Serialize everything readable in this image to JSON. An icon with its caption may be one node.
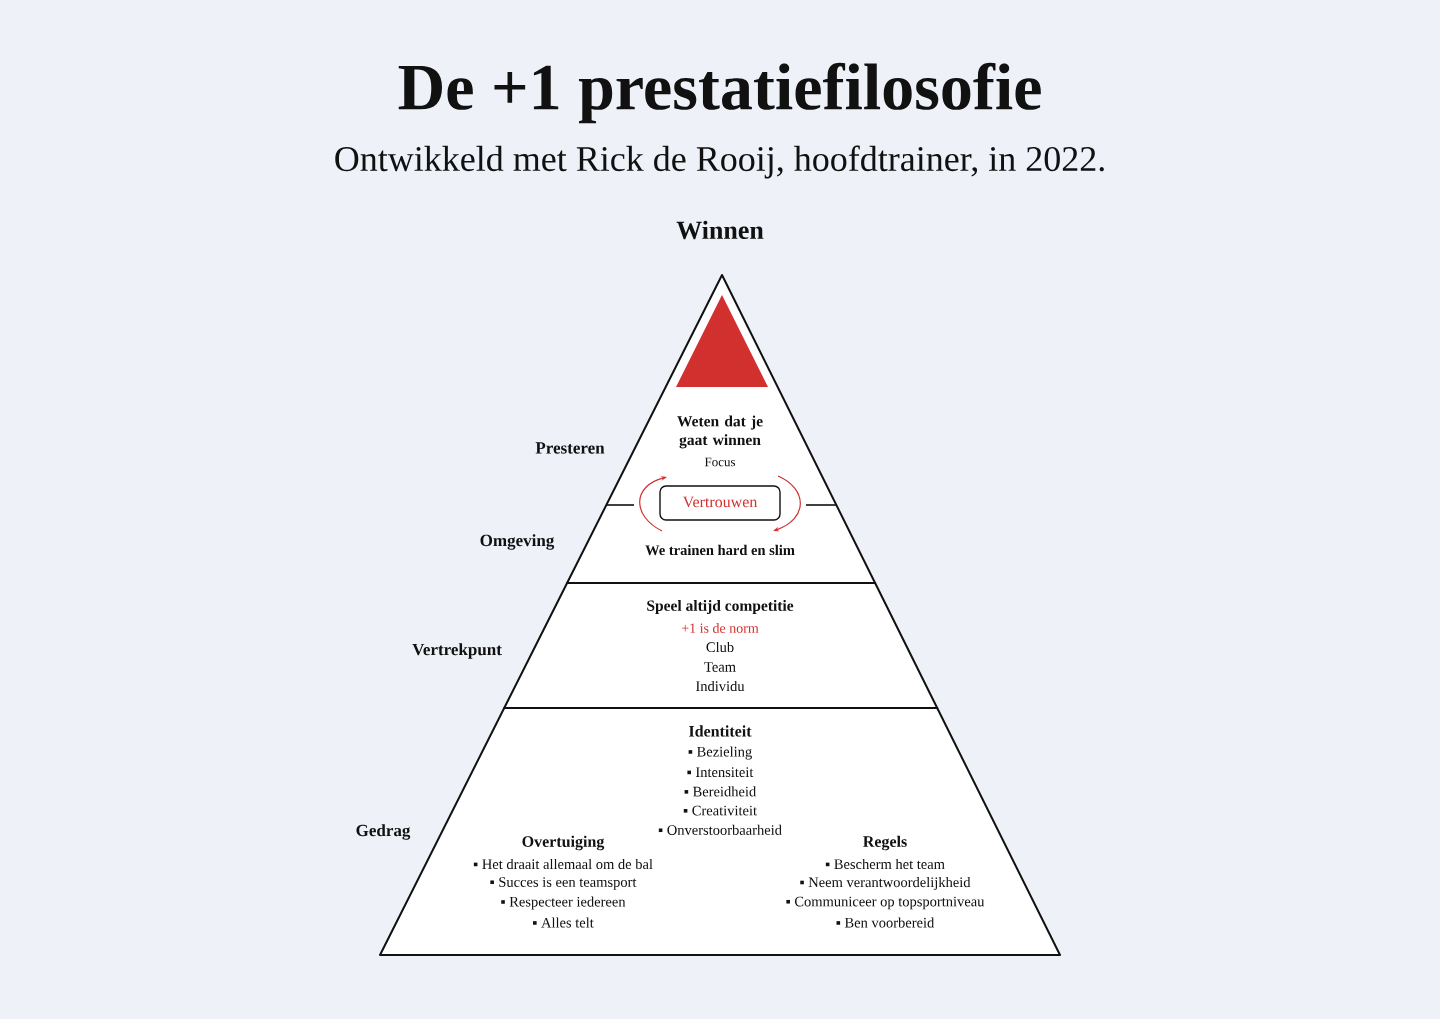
{
  "diagram": {
    "title": "De +1 prestatiefilosofie",
    "caption": "Ontwikkeld met Rick de Rooij, hoofdtrainer, in 2022.",
    "nodes": [
      {
        "text": [
          "Weten dat je gaat winnen",
          "Focus",
          "We trainen hard en slim"
        ]
      },
      {
        "text": [
          "Vertrouwen"
        ],
        "in": 0
      },
      {
        "text": [
          "Speel altijd competitie",
          "+1 is de norm",
          "Club",
          "Team",
          "Individu"
        ]
      },
      {
        "text": [
          "Identiteit",
          "▪ Bezieling",
          "▪ Intensiteit",
          "▪ Bereidheid",
          "▪ Creativiteit",
          "▪ Onverstoorbaarheid",
          "Overtuiging",
          "▪ Het draait allemaal om de bal",
          "▪ Succes is een teamsport",
          "▪ Respecteer iedereen",
          "▪ Alles telt",
          "Regels",
          "▪ Bescherm het team",
          "▪ Neem verantwoordelijkheid",
          "▪ Communiceer op topsportniveau",
          "▪ Ben voorbereid"
        ]
      }
    ],
    "labels": [
      "Winnen",
      "Presteren",
      "Omgeving",
      "Vertrekpunt",
      "Gedrag"
    ]
  }
}
